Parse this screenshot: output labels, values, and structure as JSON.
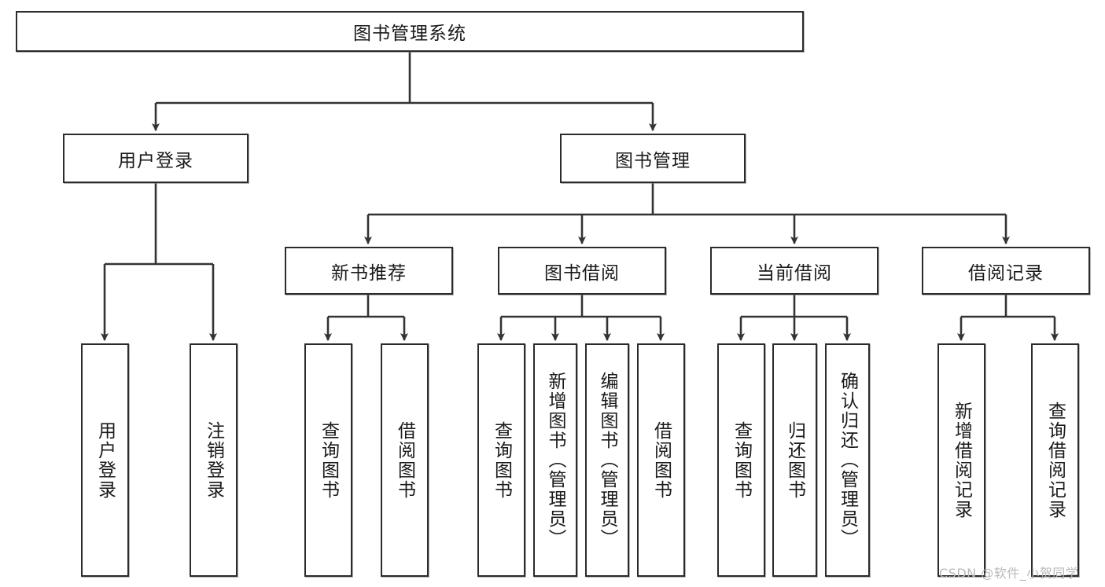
{
  "diagram": {
    "type": "tree-hierarchy",
    "title": "图书管理系统",
    "watermark": "CSDN @软件_小贺同学",
    "colors": {
      "box_border": "#2b2b2b",
      "box_fill": "#ffffff",
      "line": "#333333",
      "text": "#1a1a1a",
      "watermark": "#b9b9b9"
    },
    "root": {
      "label": "图书管理系统"
    },
    "level2": [
      {
        "label": "用户登录"
      },
      {
        "label": "图书管理"
      }
    ],
    "level3": [
      {
        "label": "新书推荐"
      },
      {
        "label": "图书借阅"
      },
      {
        "label": "当前借阅"
      },
      {
        "label": "借阅记录"
      }
    ],
    "leaves": {
      "user_login": [
        {
          "label": "用户登录"
        },
        {
          "label": "注销登录"
        }
      ],
      "new_book_recommend": [
        {
          "label": "查询图书"
        },
        {
          "label": "借阅图书"
        }
      ],
      "book_borrow": [
        {
          "label": "查询图书"
        },
        {
          "label": "新增图书（管理员）"
        },
        {
          "label": "编辑图书（管理员）"
        },
        {
          "label": "借阅图书"
        }
      ],
      "current_borrow": [
        {
          "label": "查询图书"
        },
        {
          "label": "归还图书"
        },
        {
          "label": "确认归还（管理员）"
        }
      ],
      "borrow_record": [
        {
          "label": "新增借阅记录"
        },
        {
          "label": "查询借阅记录"
        }
      ]
    }
  }
}
